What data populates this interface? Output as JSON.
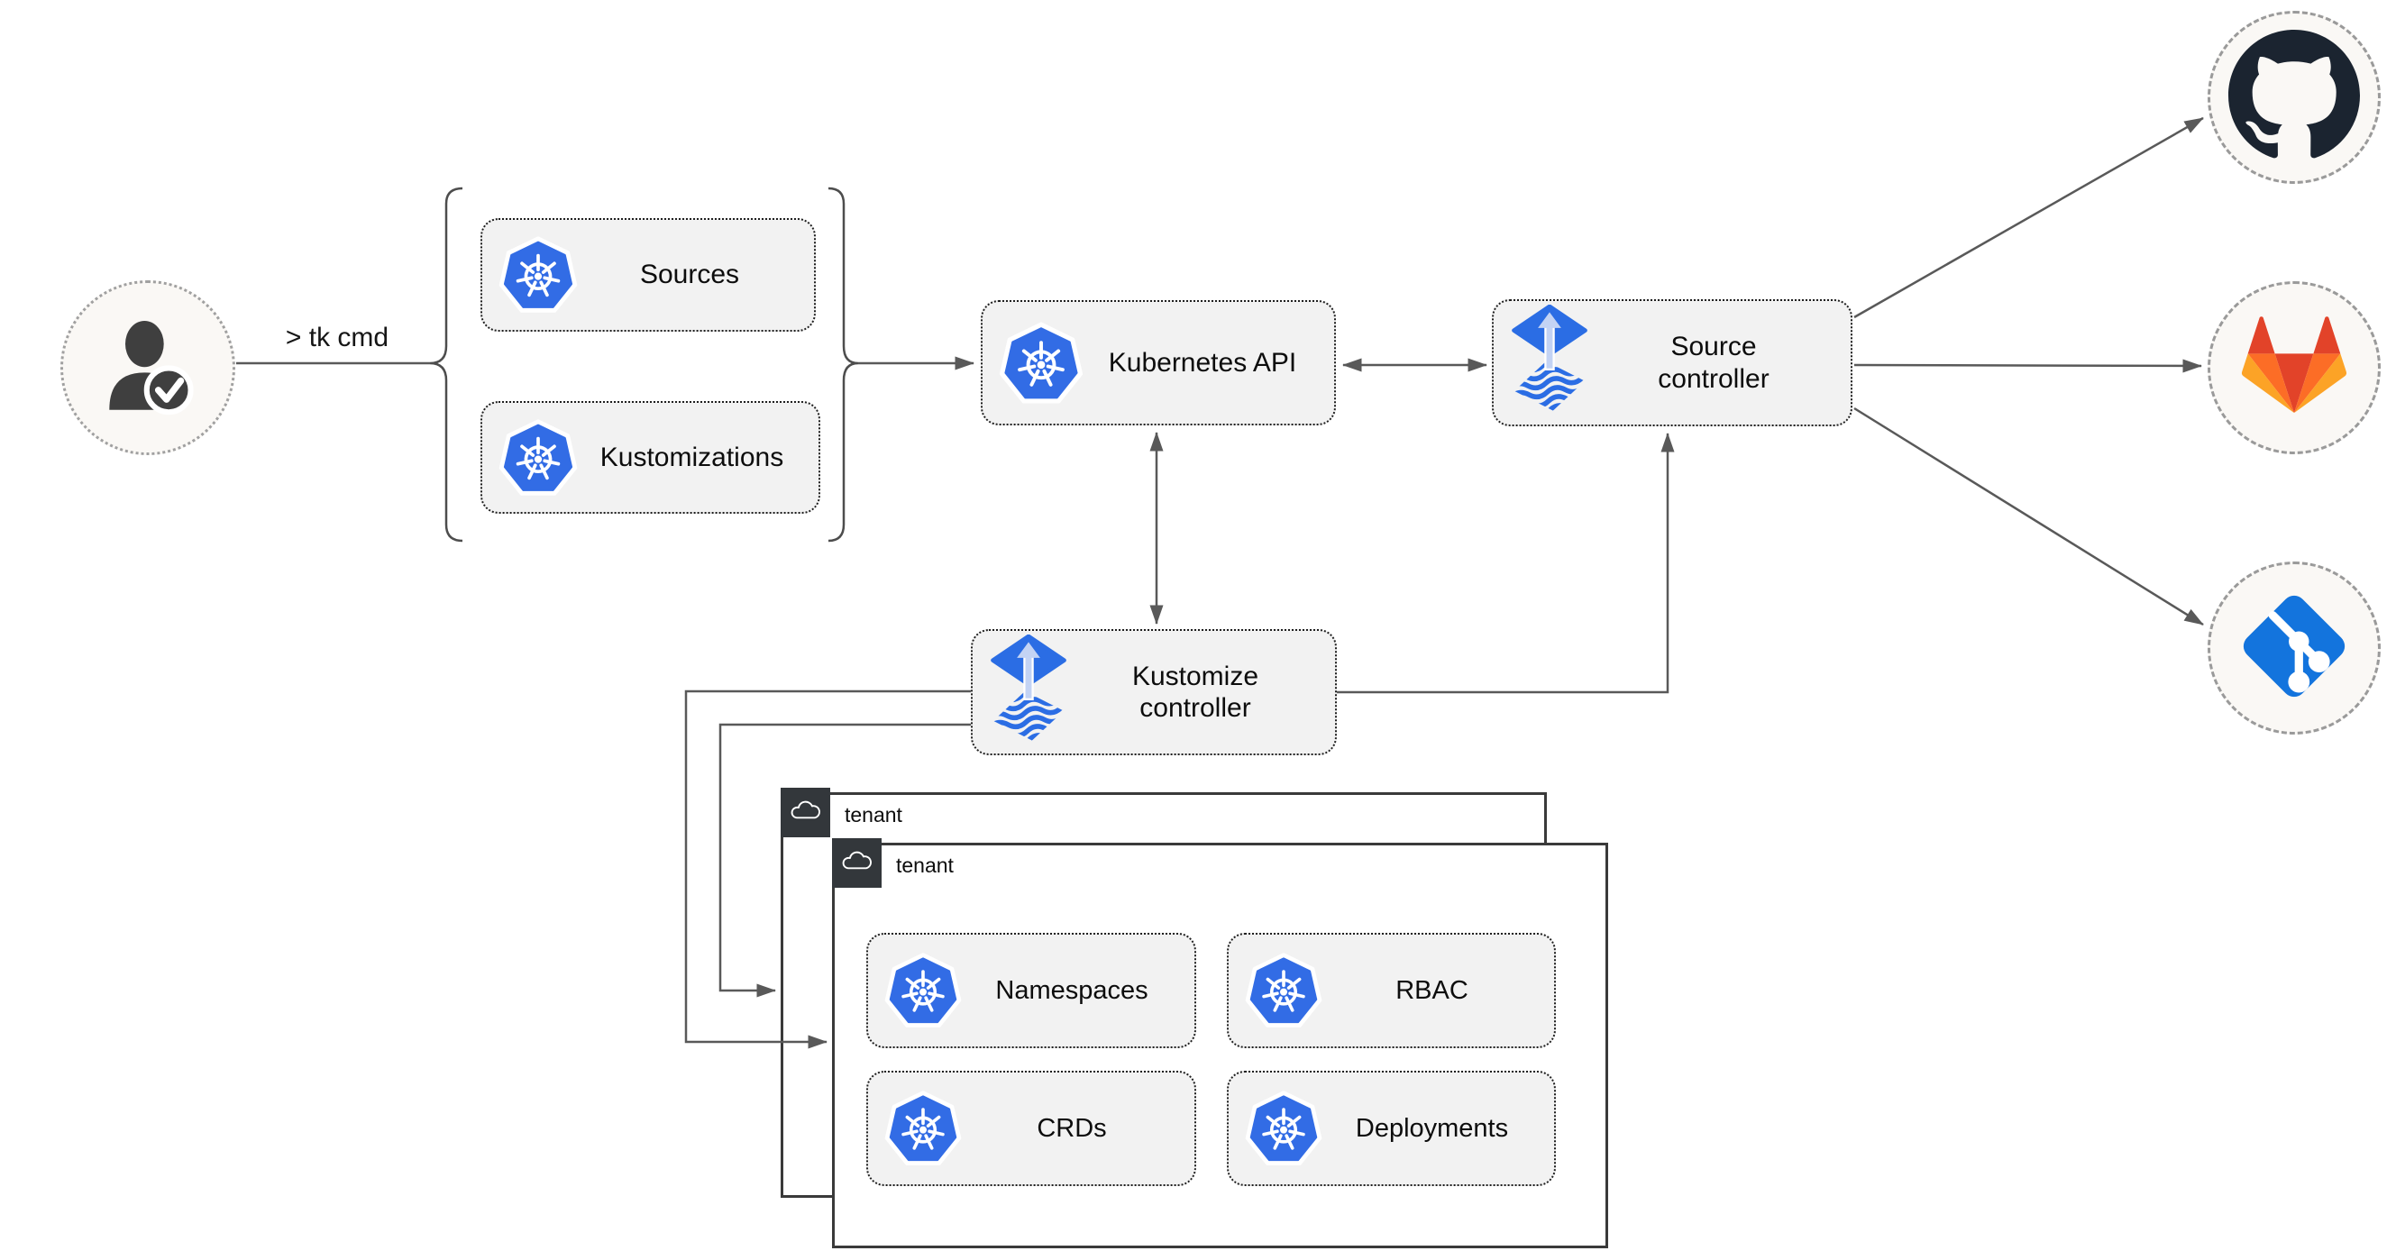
{
  "user": {
    "icon": "user-check-icon",
    "command_label": "> tk cmd"
  },
  "cli_resources": [
    {
      "icon": "kubernetes-icon",
      "label": "Sources"
    },
    {
      "icon": "kubernetes-icon",
      "label": "Kustomizations"
    }
  ],
  "nodes": {
    "kubernetes_api": {
      "icon": "kubernetes-icon",
      "label": "Kubernetes API"
    },
    "source_controller": {
      "icon": "flux-icon",
      "label": "Source controller"
    },
    "kustomize_controller": {
      "icon": "flux-icon",
      "label": "Kustomize controller"
    }
  },
  "tenants": [
    {
      "icon": "cloud-icon",
      "label": "tenant"
    },
    {
      "icon": "cloud-icon",
      "label": "tenant",
      "resources": [
        {
          "icon": "kubernetes-icon",
          "label": "Namespaces"
        },
        {
          "icon": "kubernetes-icon",
          "label": "RBAC"
        },
        {
          "icon": "kubernetes-icon",
          "label": "CRDs"
        },
        {
          "icon": "kubernetes-icon",
          "label": "Deployments"
        }
      ]
    }
  ],
  "providers": [
    {
      "name": "github",
      "icon": "github-icon"
    },
    {
      "name": "gitlab",
      "icon": "gitlab-icon"
    },
    {
      "name": "git",
      "icon": "git-icon"
    }
  ],
  "colors": {
    "line": "#595959",
    "box_fill": "#f2f2f2",
    "circle_fill": "#faf8f5",
    "k8s_blue": "#326ce5",
    "flux_blue": "#2b6de4",
    "flux_light": "#c3d3f4",
    "github_dark": "#1b2430",
    "gitlab_red": "#e24329",
    "gitlab_orange": "#fc6d26",
    "gitlab_light": "#fca326",
    "git_blue": "#1374dd",
    "tenant_header": "#33373b",
    "person_gray": "#3f3f3f"
  }
}
